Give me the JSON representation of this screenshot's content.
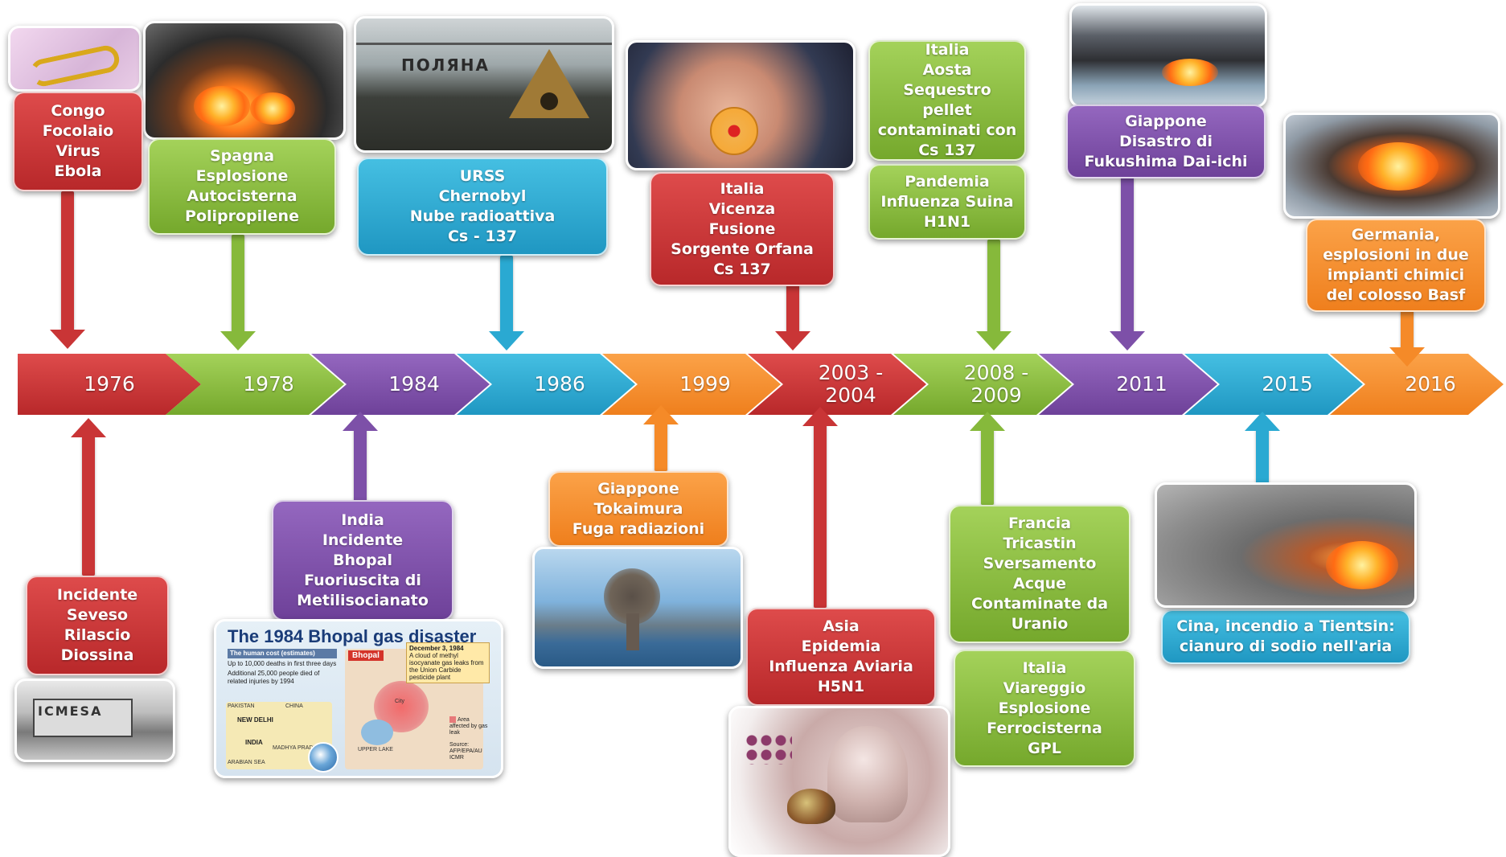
{
  "timeline": [
    {
      "year": "1976",
      "color": "#c93536"
    },
    {
      "year": "1978",
      "color": "#86b93b"
    },
    {
      "year": "1984",
      "color": "#7d50a8"
    },
    {
      "year": "1986",
      "color": "#2aa9d2"
    },
    {
      "year": "1999",
      "color": "#f58a28"
    },
    {
      "year": "2003 - 2004",
      "color": "#c93536"
    },
    {
      "year": "2008 - 2009",
      "color": "#86b93b"
    },
    {
      "year": "2011",
      "color": "#7d50a8"
    },
    {
      "year": "2015",
      "color": "#2aa9d2"
    },
    {
      "year": "2016",
      "color": "#f58a28"
    }
  ],
  "events": {
    "congo": [
      "Congo",
      "Focolaio",
      "Virus",
      "Ebola"
    ],
    "spagna": [
      "Spagna",
      "Esplosione",
      "Autocisterna",
      "Polipropilene"
    ],
    "urss": [
      "URSS",
      "Chernobyl",
      "Nube radioattiva",
      "Cs - 137"
    ],
    "vicenza": [
      "Italia",
      "Vicenza",
      "Fusione",
      "Sorgente Orfana",
      "Cs 137"
    ],
    "aosta": [
      "Italia",
      "Aosta",
      "Sequestro pellet",
      "contaminati con",
      "Cs 137"
    ],
    "suina": [
      "Pandemia",
      "Influenza Suina",
      "H1N1"
    ],
    "fukushima": [
      "Giappone",
      "Disastro di",
      "Fukushima Dai-ichi"
    ],
    "basf": [
      "Germania,",
      "esplosioni in due",
      "impianti chimici",
      "del colosso Basf"
    ],
    "seveso": [
      "Incidente",
      "Seveso",
      "Rilascio",
      "Diossina"
    ],
    "bhopal": [
      "India",
      "Incidente",
      "Bhopal",
      "Fuoriuscita di",
      "Metilisocianato"
    ],
    "tokaimura": [
      "Giappone",
      "Tokaimura",
      "Fuga radiazioni"
    ],
    "aviaria": [
      "Asia",
      "Epidemia",
      "Influenza Aviaria",
      "H5N1"
    ],
    "tricastin": [
      "Francia",
      "Tricastin",
      "Sversamento",
      "Acque",
      "Contaminate da",
      "Uranio"
    ],
    "viareggio": [
      "Italia",
      "Viareggio",
      "Esplosione",
      "Ferrocisterna",
      "GPL"
    ],
    "tientsin": [
      "Cina, incendio a Tientsin:",
      "cianuro di sodio nell'aria"
    ]
  },
  "photos": {
    "chernobyl_sign": "ПОЛЯНА",
    "seveso_sign": "ICMESA",
    "bhopal_infographic": {
      "title": "The 1984 Bhopal gas disaster",
      "human_cost": "The human cost",
      "estimates": "(estimates)",
      "line1": "Up to 10,000 deaths in first three days",
      "line2": "Additional 25,000 people died of related injuries by 1994",
      "city": "Bhopal",
      "callout_date": "December 3, 1984",
      "callout": "A cloud of methyl isocyanate gas leaks from the Union Carbide pesticide plant",
      "legend": "Area affected by gas leak",
      "source": "Source: AFP/EPA/AU ICMR",
      "map_labels": [
        "PAKISTAN",
        "CHINA",
        "NEW DELHI",
        "INDIA",
        "MADHYA PRADESH",
        "ARABIAN SEA",
        "UPPER LAKE",
        "City"
      ]
    }
  }
}
